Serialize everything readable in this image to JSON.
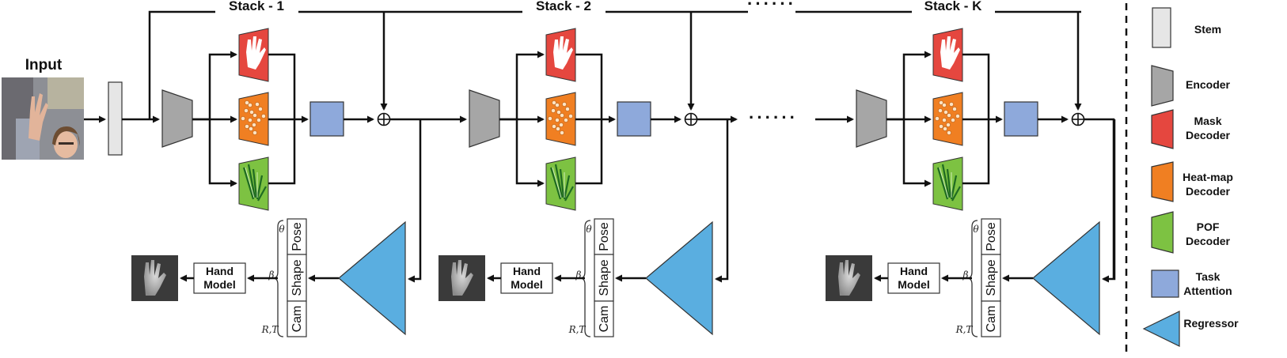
{
  "input_label": "Input",
  "stack_labels": [
    "Stack - 1",
    "Stack - 2",
    "Stack - K"
  ],
  "ellipsis_top": "······",
  "ellipsis_mid": "······",
  "hand_model_label": [
    "Hand",
    "Model"
  ],
  "param_labels": {
    "pose": "Pose",
    "shape": "Shape",
    "cam": "Cam"
  },
  "greek_labels": {
    "theta": "θ",
    "beta": "β",
    "rt": "R,T"
  },
  "legend": [
    {
      "key": "stem",
      "label": [
        "Stem"
      ],
      "color": "#e6e6e6"
    },
    {
      "key": "encoder",
      "label": [
        "Encoder"
      ],
      "color": "#a6a6a6"
    },
    {
      "key": "mask",
      "label": [
        "Mask",
        "Decoder"
      ],
      "color": "#e5473f"
    },
    {
      "key": "heatmap",
      "label": [
        "Heat-map",
        "Decoder"
      ],
      "color": "#f07f22"
    },
    {
      "key": "pof",
      "label": [
        "POF",
        "Decoder"
      ],
      "color": "#7dc242"
    },
    {
      "key": "attention",
      "label": [
        "Task",
        "Attention"
      ],
      "color": "#8ea9db"
    },
    {
      "key": "regressor",
      "label": [
        "Regressor"
      ],
      "color": "#5aaee0"
    }
  ]
}
